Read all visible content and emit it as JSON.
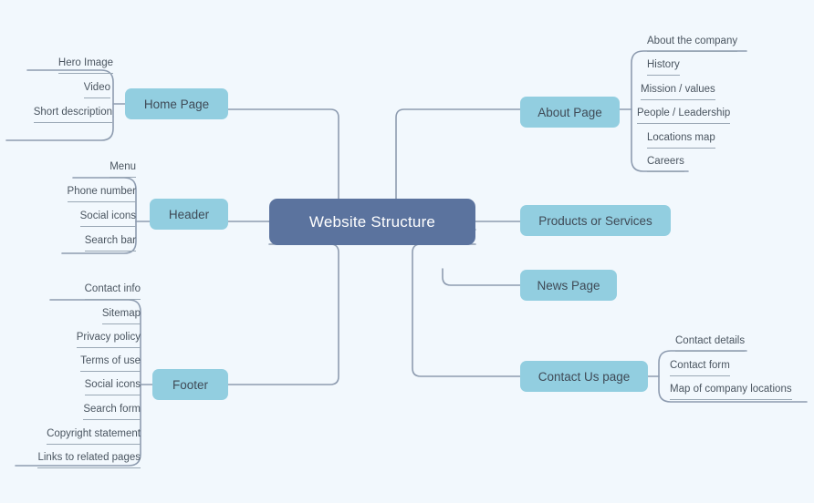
{
  "diagram": {
    "title": "Website Structure",
    "type": "mind-map",
    "colors": {
      "background": "#f2f8fd",
      "root_fill": "#5b739e",
      "root_text": "#ffffff",
      "branch_fill": "#92cee0",
      "branch_text": "#3f4a56",
      "leaf_text": "#4a5560",
      "connector": "#8e9cb0"
    },
    "root": {
      "label": "Website Structure"
    },
    "left_branches": [
      {
        "label": "Home Page",
        "children": [
          {
            "label": "Hero Image"
          },
          {
            "label": "Video"
          },
          {
            "label": "Short description"
          }
        ]
      },
      {
        "label": "Header",
        "children": [
          {
            "label": "Menu"
          },
          {
            "label": "Phone number"
          },
          {
            "label": "Social icons"
          },
          {
            "label": "Search bar"
          }
        ]
      },
      {
        "label": "Footer",
        "children": [
          {
            "label": "Contact info"
          },
          {
            "label": "Sitemap"
          },
          {
            "label": "Privacy policy"
          },
          {
            "label": "Terms of use"
          },
          {
            "label": "Social icons"
          },
          {
            "label": "Search form"
          },
          {
            "label": "Copyright statement"
          },
          {
            "label": "Links to related pages"
          }
        ]
      }
    ],
    "right_branches": [
      {
        "label": "About Page",
        "children": [
          {
            "label": "About the company"
          },
          {
            "label": "History"
          },
          {
            "label": "Mission / values"
          },
          {
            "label": "People / Leadership"
          },
          {
            "label": "Locations map"
          },
          {
            "label": "Careers"
          }
        ]
      },
      {
        "label": "Products or Services",
        "children": []
      },
      {
        "label": "News Page",
        "children": []
      },
      {
        "label": "Contact Us page",
        "children": [
          {
            "label": "Contact details"
          },
          {
            "label": "Contact form"
          },
          {
            "label": "Map of company locations"
          }
        ]
      }
    ]
  }
}
